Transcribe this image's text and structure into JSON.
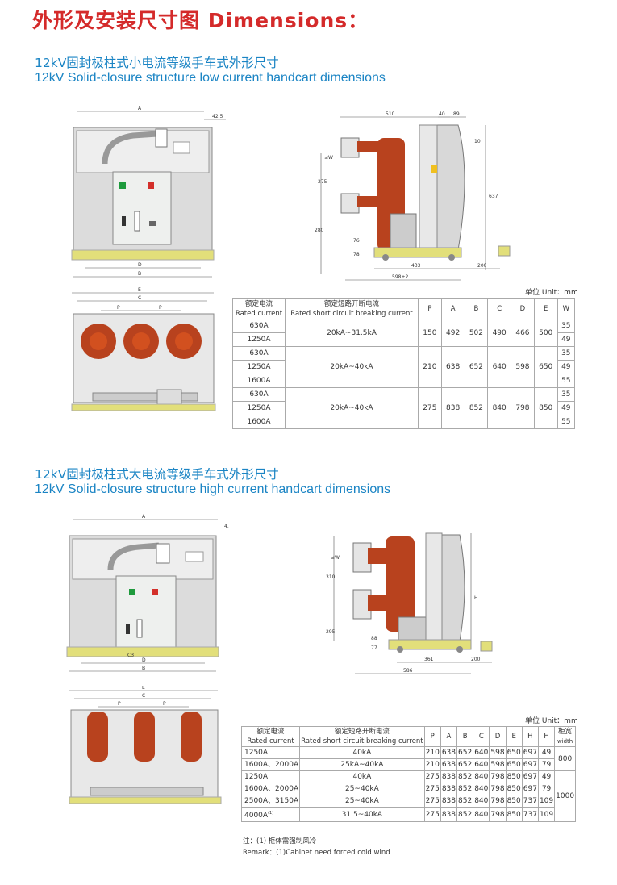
{
  "page_title": "外形及安装尺寸图 Dimensions：",
  "section1": {
    "title_cn": "12kV固封极柱式小电流等级手车式外形尺寸",
    "title_en": "12kV Solid-closure structure low current handcart dimensions",
    "front_labels": {
      "a": "A",
      "off": "42.5",
      "d": "D",
      "b": "B"
    },
    "top_labels": {
      "e": "E",
      "c": "C",
      "p1": "P",
      "p2": "P"
    },
    "side_labels": {
      "w1": "510",
      "w2": "40",
      "w3": "89",
      "h1": "10",
      "h2": "275",
      "h3": "637",
      "h4": "280",
      "h5": "76",
      "h6": "78",
      "b1": "433",
      "b2": "200",
      "b3": "598±2",
      "wlabel": "≤W"
    },
    "unit": "单位 Unit：mm",
    "table": {
      "h_cur_cn": "额定电流",
      "h_cur_en": "Rated current",
      "h_brk_cn": "额定短路开断电流",
      "h_brk_en": "Rated short circuit breaking current",
      "h_cols": [
        "P",
        "A",
        "B",
        "C",
        "D",
        "E",
        "W"
      ],
      "groups": [
        {
          "currents": [
            "630A",
            "1250A"
          ],
          "breaking": "20kA~31.5kA",
          "vals": [
            "150",
            "492",
            "502",
            "490",
            "466",
            "500"
          ],
          "w": [
            "35",
            "49"
          ]
        },
        {
          "currents": [
            "630A",
            "1250A",
            "1600A"
          ],
          "breaking": "20kA~40kA",
          "vals": [
            "210",
            "638",
            "652",
            "640",
            "598",
            "650"
          ],
          "w": [
            "35",
            "49",
            "55"
          ]
        },
        {
          "currents": [
            "630A",
            "1250A",
            "1600A"
          ],
          "breaking": "20kA~40kA",
          "vals": [
            "275",
            "838",
            "852",
            "840",
            "798",
            "850"
          ],
          "w": [
            "35",
            "49",
            "55"
          ]
        }
      ]
    }
  },
  "section2": {
    "title_cn": "12kV固封极柱式大电流等级手车式外形尺寸",
    "title_en": "12kV Solid-closure structure high current handcart dimensions",
    "front_labels": {
      "a": "A",
      "off": "4.",
      "d": "D",
      "c3": "C3",
      "b": "B"
    },
    "top_labels": {
      "e": "E",
      "c": "C",
      "p1": "P",
      "p2": "P"
    },
    "side_labels": {
      "wlabel": "≤W",
      "h1": "310",
      "h2": "H",
      "h3": "295",
      "h4": "88",
      "h5": "77",
      "b1": "361",
      "b2": "200",
      "b3": "586"
    },
    "unit": "单位 Unit：mm",
    "table": {
      "h_cur_cn": "额定电流",
      "h_cur_en": "Rated current",
      "h_brk_cn": "额定短路开断电流",
      "h_brk_en": "Rated short circuit breaking current",
      "h_cols": [
        "P",
        "A",
        "B",
        "C",
        "D",
        "E",
        "H",
        "H"
      ],
      "h_width_cn": "柜宽",
      "h_width_en": "width",
      "rows": [
        {
          "cur": "1250A",
          "brk": "40kA",
          "vals": [
            "210",
            "638",
            "652",
            "640",
            "598",
            "650",
            "697",
            "49"
          ]
        },
        {
          "cur": "1600A、2000A",
          "brk": "25kA~40kA",
          "vals": [
            "210",
            "638",
            "652",
            "640",
            "598",
            "650",
            "697",
            "79"
          ]
        },
        {
          "cur": "1250A",
          "brk": "40kA",
          "vals": [
            "275",
            "838",
            "852",
            "840",
            "798",
            "850",
            "697",
            "49"
          ]
        },
        {
          "cur": "1600A、2000A",
          "brk": "25~40kA",
          "vals": [
            "275",
            "838",
            "852",
            "840",
            "798",
            "850",
            "697",
            "79"
          ]
        },
        {
          "cur": "2500A、3150A",
          "brk": "25~40kA",
          "vals": [
            "275",
            "838",
            "852",
            "840",
            "798",
            "850",
            "737",
            "109"
          ]
        },
        {
          "cur": "4000A",
          "brk": "31.5~40kA",
          "vals": [
            "275",
            "838",
            "852",
            "840",
            "798",
            "850",
            "737",
            "109"
          ]
        }
      ],
      "width_groups": [
        "800",
        "1000"
      ],
      "footnote_mark": "(1)"
    },
    "note_cn": "注：(1) 柜体需强制风冷",
    "note_en": "Remark：(1)Cabinet need forced cold wind"
  },
  "colors": {
    "title_red": "#d42a2a",
    "section_blue": "#1a84c4",
    "insulator": "#b8421e",
    "base_yellow": "#e2df7a",
    "panel_grey": "#dcdcdc"
  }
}
